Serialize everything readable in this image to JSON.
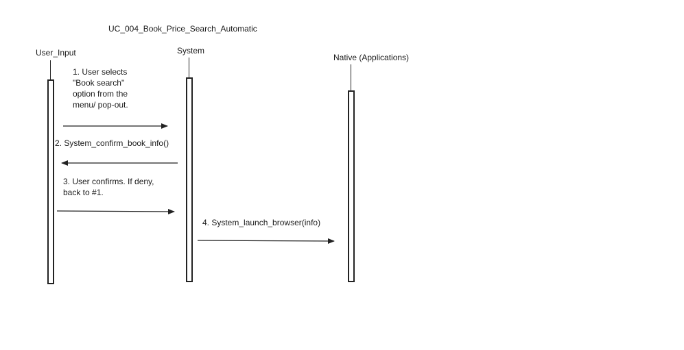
{
  "diagram": {
    "title": "UC_004_Book_Price_Search_Automatic",
    "participants": [
      {
        "id": "user",
        "label": "User_Input"
      },
      {
        "id": "system",
        "label": "System"
      },
      {
        "id": "native",
        "label": "Native (Applications)"
      }
    ],
    "messages": [
      {
        "id": "m1",
        "from": "user",
        "to": "system",
        "lines": [
          "1. User selects",
          "\"Book search\"",
          "option from the",
          "menu/ pop-out."
        ]
      },
      {
        "id": "m2",
        "from": "system",
        "to": "user",
        "lines": [
          "2. System_confirm_book_info()"
        ]
      },
      {
        "id": "m3",
        "from": "user",
        "to": "system",
        "lines": [
          "3. User confirms. If deny,",
          "back to #1."
        ]
      },
      {
        "id": "m4",
        "from": "system",
        "to": "native",
        "lines": [
          "4. System_launch_browser(info)"
        ]
      }
    ],
    "colors": {
      "line": "#222222",
      "background": "#ffffff"
    }
  }
}
